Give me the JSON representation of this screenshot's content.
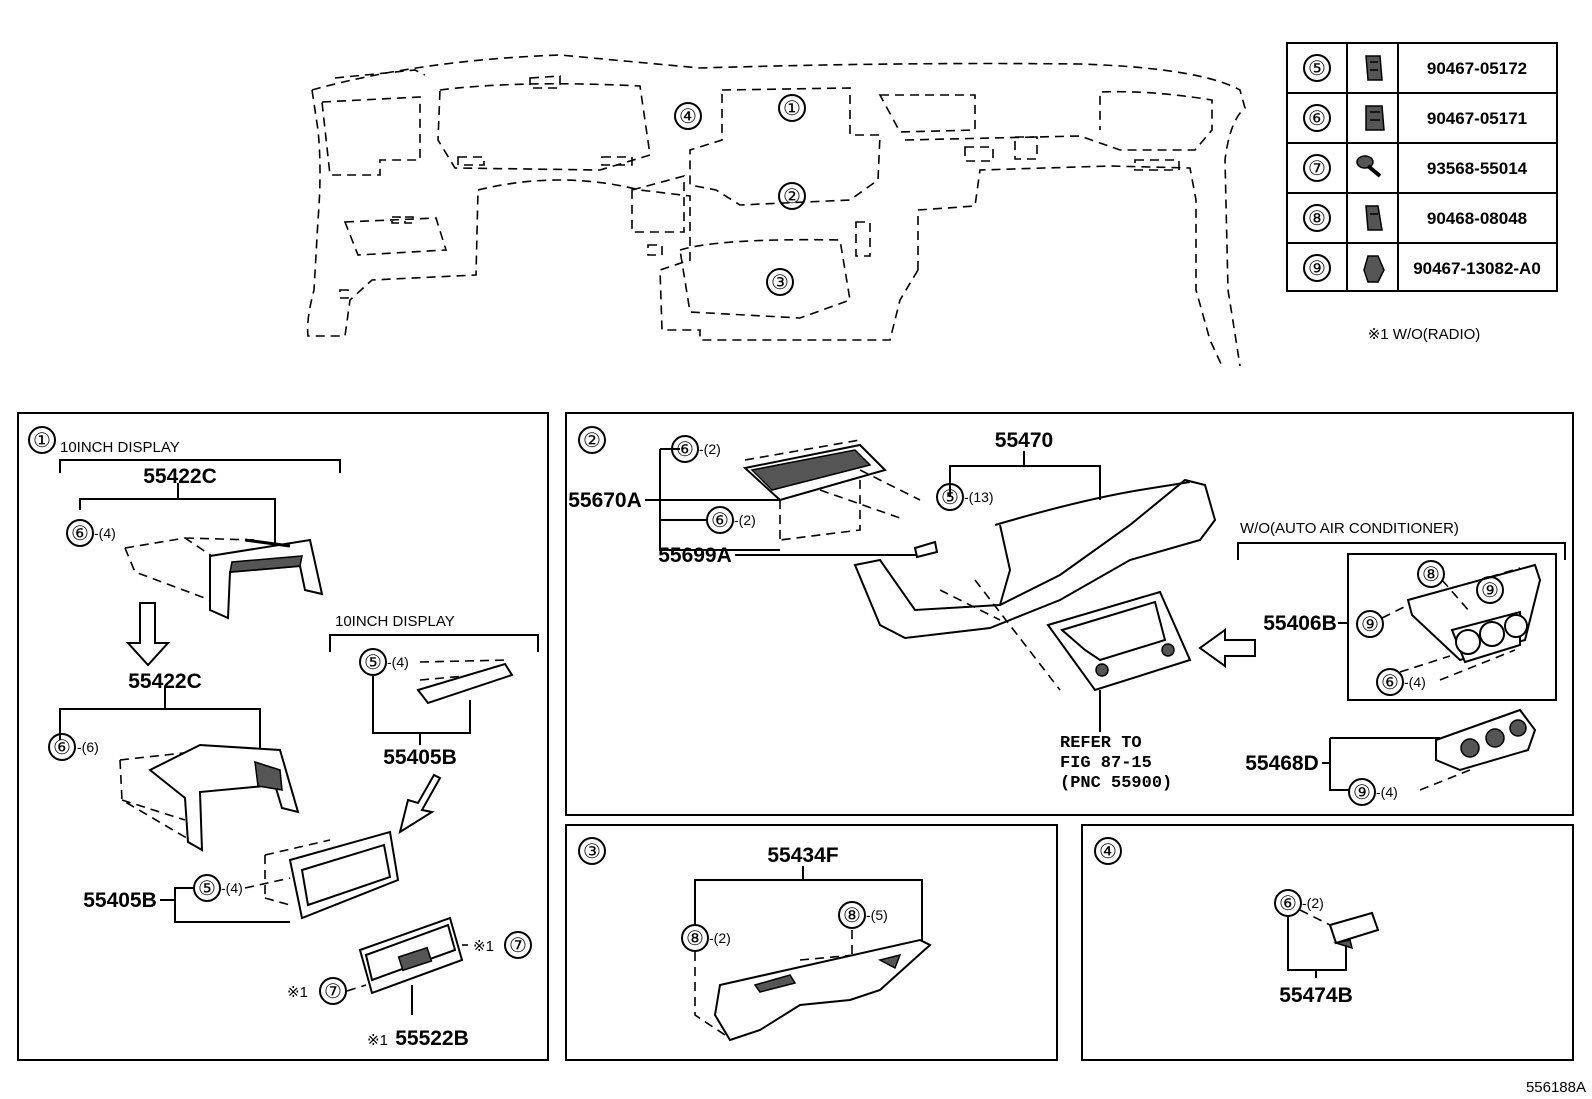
{
  "table": {
    "rows": [
      {
        "ref": "⑤",
        "part": "90467-05172",
        "icon": "clip-icon"
      },
      {
        "ref": "⑥",
        "part": "90467-05171",
        "icon": "clip-icon"
      },
      {
        "ref": "⑦",
        "part": "93568-55014",
        "icon": "screw-icon"
      },
      {
        "ref": "⑧",
        "part": "90468-08048",
        "icon": "clip-icon"
      },
      {
        "ref": "⑨",
        "part": "90467-13082-A0",
        "icon": "clip-icon"
      }
    ],
    "note": "※1 W/O(RADIO)"
  },
  "overview": {
    "markers": [
      "①",
      "②",
      "③",
      "④"
    ]
  },
  "panel1": {
    "marker": "①",
    "display_label": "10INCH DISPLAY",
    "display_label_2": "10INCH DISPLAY",
    "part_55422c_top": "55422C",
    "part_55422c_bottom": "55422C",
    "part_55405b_right": "55405B",
    "part_55405b_left": "55405B",
    "part_55522b": "55522B",
    "note_prefix": "※1",
    "c6": "⑥",
    "q6a": "-(4)",
    "q6b": "-(6)",
    "c5": "⑤",
    "q5": "-(4)",
    "c7": "⑦"
  },
  "panel2": {
    "marker": "②",
    "part_55470": "55470",
    "part_55670a": "55670A",
    "part_55699a": "55699A",
    "part_55406b": "55406B",
    "part_55468d": "55468D",
    "wo_label": "W/O(AUTO AIR CONDITIONER)",
    "refer": [
      "REFER TO",
      "FIG 87-15",
      "(PNC 55900)"
    ],
    "c5": "⑤",
    "q5": "-(13)",
    "c6": "⑥",
    "q6a": "-(2)",
    "q6b": "-(2)",
    "q6c": "-(4)",
    "c8": "⑧",
    "c9": "⑨",
    "q9": "-(4)"
  },
  "panel3": {
    "marker": "③",
    "part_55434f": "55434F",
    "c8": "⑧",
    "q8a": "-(2)",
    "q8b": "-(5)"
  },
  "panel4": {
    "marker": "④",
    "part_55474b": "55474B",
    "c6": "⑥",
    "q6": "-(2)"
  },
  "figure_id": "556188A"
}
